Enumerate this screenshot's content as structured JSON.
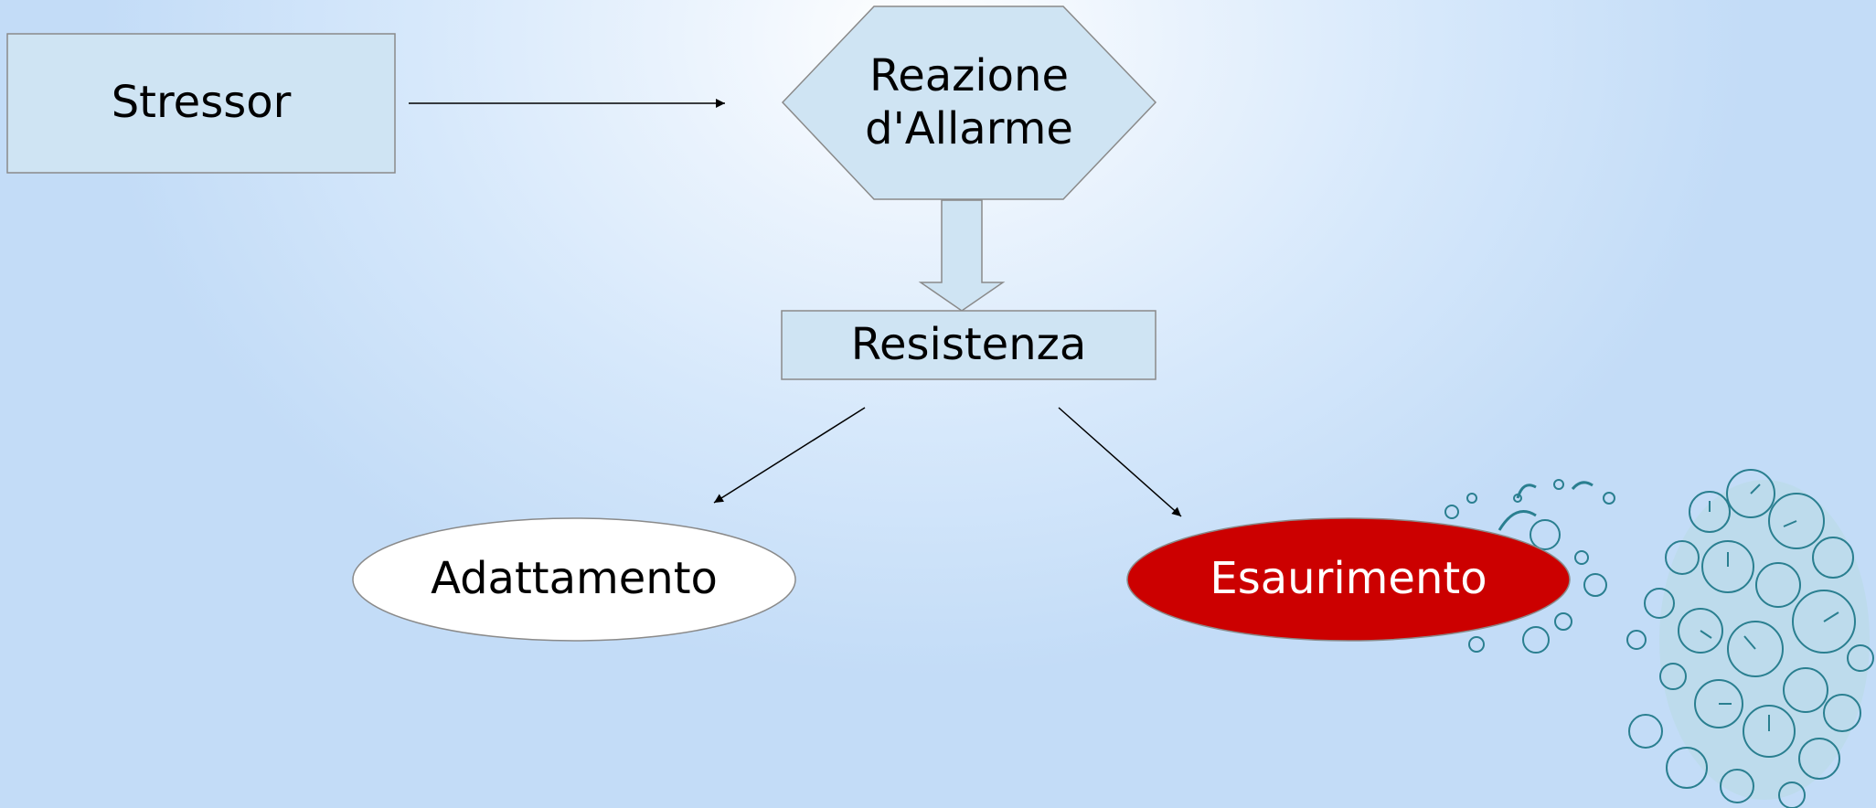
{
  "nodes": {
    "stressor": "Stressor",
    "alarm_line1": "Reazione",
    "alarm_line2": "d'Allarme",
    "resistance": "Resistenza",
    "adaptation": "Adattamento",
    "exhaustion": "Esaurimento"
  },
  "colors": {
    "box_fill": "#cfe4f3",
    "exhaustion_fill": "#cc0000",
    "adaptation_fill": "#ffffff",
    "stroke": "#8a8a8a"
  },
  "decoration": {
    "icon": "bubble-clock-head-icon"
  }
}
